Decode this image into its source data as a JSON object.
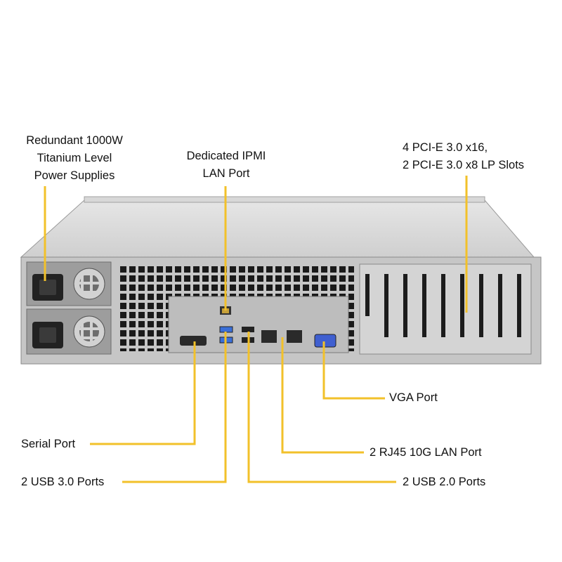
{
  "colors": {
    "callout": "#f2c12a",
    "chassis": "#c9c9c9",
    "panel": "#bfbfbf",
    "text": "#111111",
    "usb3": "#3a6fd8",
    "vga": "#3f5fd0"
  },
  "callouts": {
    "psu": [
      "Redundant  1000W",
      "Titanium  Level",
      "Power Supplies"
    ],
    "ipmi": [
      "Dedicated IPMI",
      "LAN Port"
    ],
    "pcie": [
      "4 PCI-E 3.0 x16,",
      "2 PCI-E 3.0 x8 LP Slots"
    ],
    "vga": "VGA Port",
    "serial": "Serial Port",
    "lan": "2 RJ45  10G LAN Port",
    "usb3": "2 USB 3.0 Ports",
    "usb2": "2 USB 2.0 Ports"
  }
}
